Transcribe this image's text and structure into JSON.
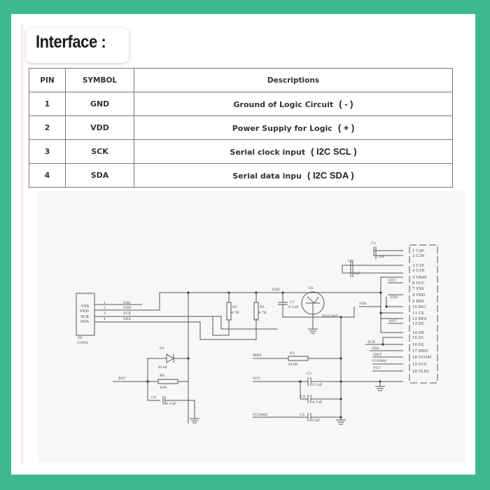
{
  "title": "Interface :",
  "table": {
    "headers": [
      "PIN",
      "SYMBOL",
      "Descriptions"
    ],
    "rows": [
      {
        "pin": "1",
        "symbol": "GND",
        "desc": "Ground of Logic Circuit",
        "note": "( - )"
      },
      {
        "pin": "2",
        "symbol": "VDD",
        "desc": "Power Supply for Logic",
        "note": "( + )"
      },
      {
        "pin": "3",
        "symbol": "SCK",
        "desc": "Serial clock input",
        "note": "( I2C SCL )"
      },
      {
        "pin": "4",
        "symbol": "SDA",
        "desc": "Serial data inpu",
        "note": "( I2C SDA )"
      }
    ]
  },
  "schematic": {
    "connector": {
      "pins": [
        "VSS",
        "VDD",
        "SCK",
        "SDA"
      ],
      "numbers": [
        "1",
        "2",
        "3",
        "4"
      ],
      "ref": "IIC",
      "name": "CON4"
    },
    "components": {
      "d1": {
        "ref": "D1",
        "value": "4148"
      },
      "r4": {
        "ref": "R4",
        "value": "10K"
      },
      "c6": {
        "ref": "C6",
        "value": "0.1uF"
      },
      "r2": {
        "ref": "R2",
        "value": "4.7K"
      },
      "r1": {
        "ref": "R1",
        "value": "4.7K"
      },
      "c7": {
        "ref": "C7",
        "value": "0.1uF"
      },
      "q1": {
        "ref": "Q1",
        "value": "XC6206P"
      },
      "r3": {
        "ref": "R3",
        "value": "910K"
      },
      "c3": {
        "ref": "C3",
        "value": "0.1uF"
      },
      "c4": {
        "ref": "C4",
        "value": "4.7uF"
      },
      "c5": {
        "ref": "C5",
        "value": "CAP"
      },
      "c1": {
        "ref": "C1",
        "value": "1uF"
      },
      "c2": {
        "ref": "C2",
        "value": "1uF"
      }
    },
    "nets": {
      "rst": "RST",
      "vdd": "VDD",
      "vss": "VSS",
      "vcc": "VCC",
      "iref": "IREF",
      "vcomh": "VCOMH",
      "sck": "SCK",
      "sda": "SDA"
    },
    "oled_pins": [
      "1 C2P",
      "2 C2N",
      "3 C1P",
      "4 C1N",
      "5 VBAT",
      "6 VCC",
      "7 VSS",
      "8 VDD",
      "9 BS0",
      "10 BS1",
      "11 CS",
      "12 RES",
      "13 DC",
      "14 D0",
      "15 D1",
      "16 D2",
      "17 IREF",
      "18 VCOM",
      "19 VCC",
      "20 VLSS"
    ]
  }
}
